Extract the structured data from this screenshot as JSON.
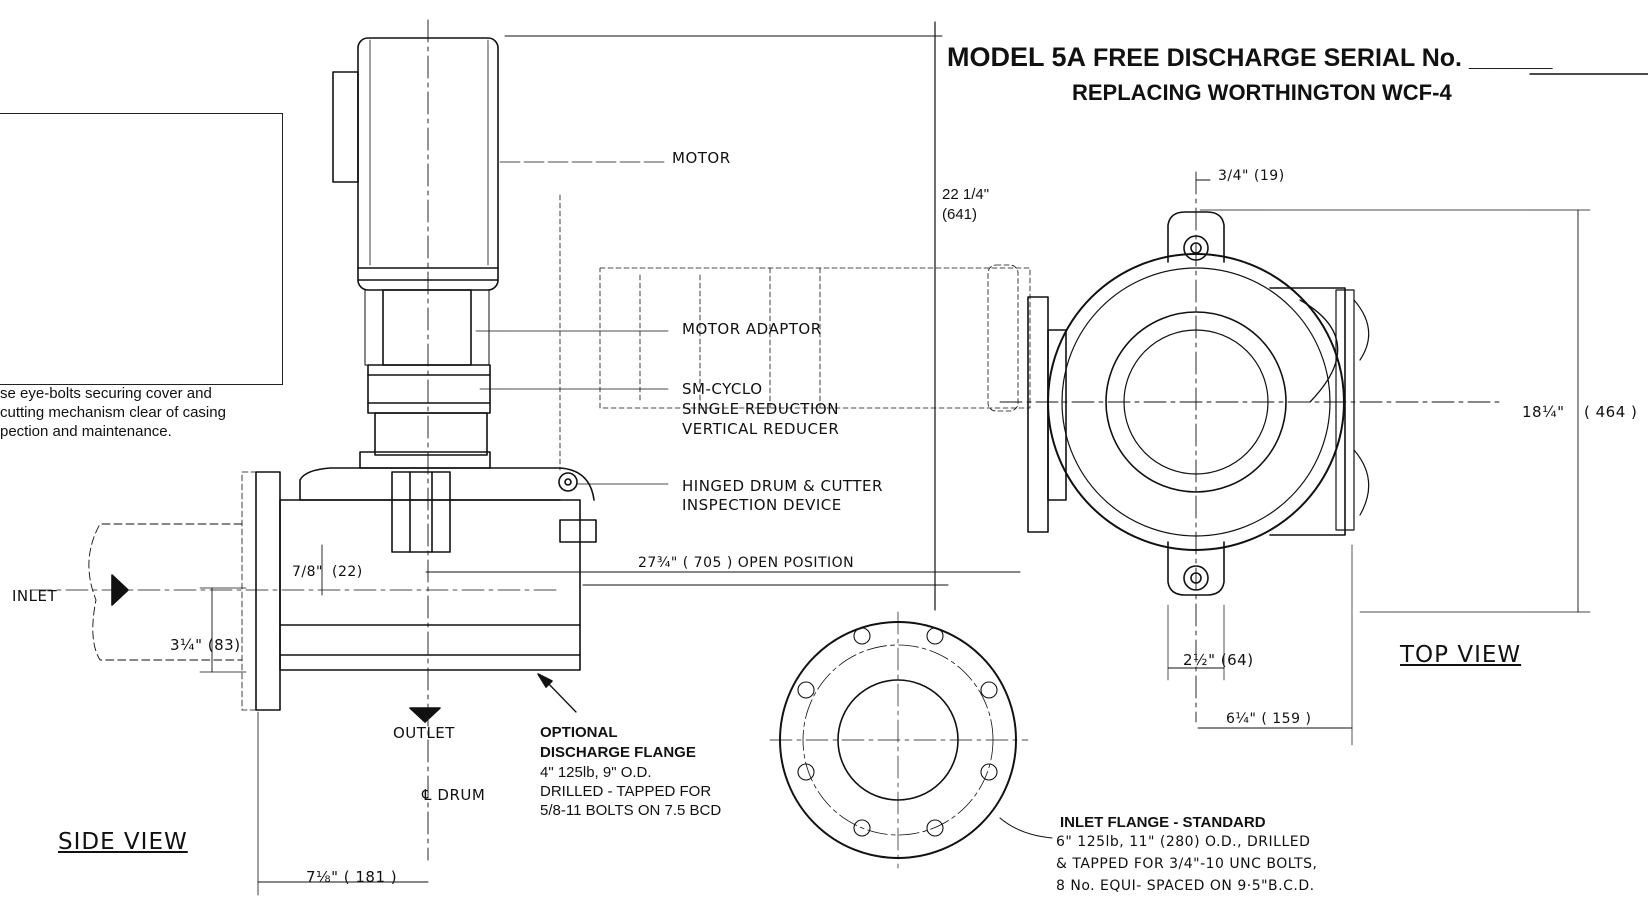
{
  "title": {
    "model": "MODEL 5A",
    "rest": "FREE DISCHARGE SERIAL No. ______",
    "line2": "REPLACING WORTHINGTON WCF-4"
  },
  "inset_caption": [
    "se eye-bolts securing cover and",
    "cutting mechanism clear of casing",
    "pection and maintenance."
  ],
  "labels": {
    "motor": "MOTOR",
    "motor_adaptor": "MOTOR  ADAPTOR",
    "reducer": [
      "SM-CYCLO",
      "SINGLE REDUCTION",
      "VERTICAL REDUCER"
    ],
    "hinged": [
      "HINGED  DRUM  &  CUTTER",
      "INSPECTION  DEVICE"
    ],
    "inlet": "INLET",
    "outlet": "OUTLET",
    "drum": "℄ DRUM",
    "side_view": "SIDE  VIEW",
    "top_view": "TOP  VIEW"
  },
  "dimensions": {
    "height_in": "22 1/4\"",
    "height_mm": "(641)",
    "open_position": "27¾\"  ( 705 ) OPEN POSITION",
    "d_7_8": "7/8\"",
    "d_22": "(22)",
    "d_3_1_4": "3¼\"  (83)",
    "d_7_1_8": "7⅛\" ( 181  )",
    "d_3_4": "3/4\" (19)",
    "d_18_1_4": "18¼\"",
    "d_464": "( 464 )",
    "d_2_1_2": "2½\" (64)",
    "d_6_1_4": "6¼\"  ( 159 )"
  },
  "discharge_flange": {
    "heading": [
      "OPTIONAL",
      "DISCHARGE FLANGE"
    ],
    "lines": [
      "4\" 125lb, 9\" O.D.",
      "DRILLED - TAPPED FOR",
      "5/8-11 BOLTS ON 7.5 BCD"
    ]
  },
  "inlet_flange": {
    "heading": "INLET FLANGE - STANDARD",
    "lines": [
      "6\"  125lb,  11\"  (280) O.D., DRILLED",
      "& TAPPED  FOR  3/4\"-10 UNC BOLTS,",
      "8 No. EQUI- SPACED  ON  9·5\"B.C.D."
    ]
  }
}
